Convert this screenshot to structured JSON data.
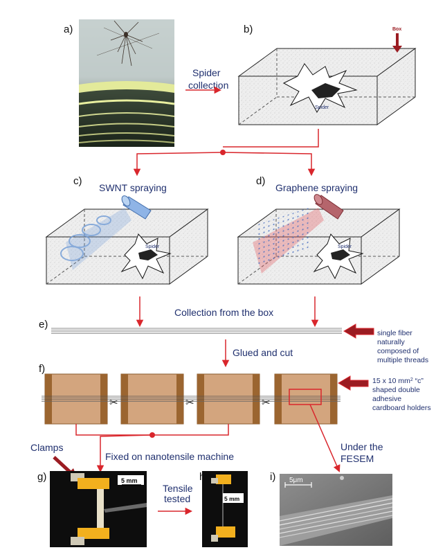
{
  "panels": {
    "a": "a)",
    "b": "b)",
    "c": "c)",
    "d": "d)",
    "e": "e)",
    "f": "f)",
    "g": "g)",
    "h": "h)",
    "i": "i)"
  },
  "labels": {
    "spider_collection_1": "Spider",
    "spider_collection_2": "collection",
    "box": "Box",
    "spider": "Spider",
    "swnt_spraying": "SWNT spraying",
    "graphene_spraying": "Graphene spraying",
    "collection_from_box": "Collection from the box",
    "fiber_note_1": "single fiber",
    "fiber_note_2": "naturally",
    "fiber_note_3": "composed of",
    "fiber_note_4": "multiple threads",
    "glued_and_cut": "Glued and cut",
    "holder_note_1": "15 x 10 mm",
    "holder_note_1_sup": "2",
    "holder_note_1_tail": " “c”",
    "holder_note_2": "shaped double",
    "holder_note_3": "adhesive",
    "holder_note_4": "cardboard holders",
    "clamps": "Clamps",
    "fixed_on_machine": "Fixed on nanotensile machine",
    "under_the": "Under the",
    "fesem": "FESEM",
    "tensile_1": "Tensile",
    "tensile_2": "tested",
    "scale_g": "5 mm",
    "scale_h": "5 mm",
    "scale_i": "5μm"
  },
  "colors": {
    "arrow_red": "#d9262c",
    "dark_red": "#9b1c22",
    "text_blue": "#1f2f6e",
    "cardboard": "#d3a57e",
    "cardboard_edge": "#8a5a2c",
    "swnt_blue": "#6f9bd6",
    "graphene_red": "#e3585f"
  },
  "icons": {
    "scissors": "✂"
  }
}
